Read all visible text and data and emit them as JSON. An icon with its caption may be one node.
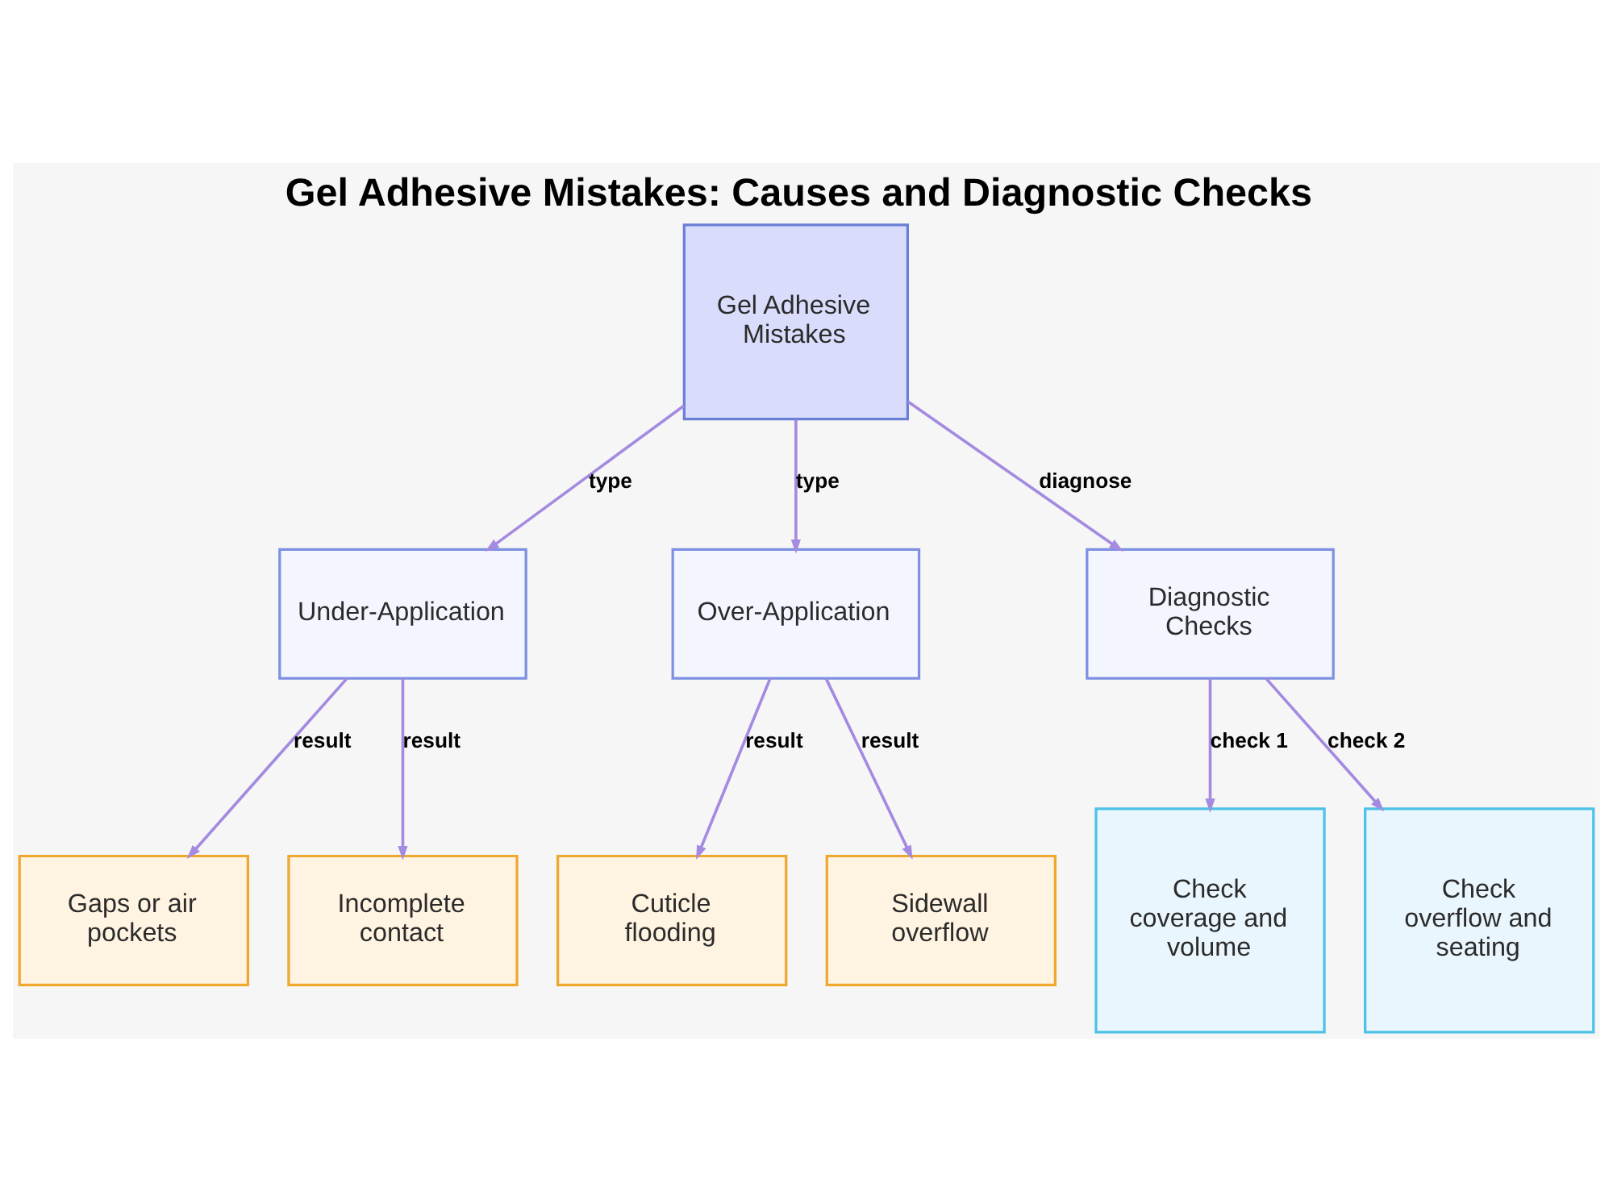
{
  "diagram": {
    "title": "Gel Adhesive Mistakes: Causes and Diagnostic Checks",
    "nodes": [
      {
        "text": [
          "Gel Adhesive Mistakes"
        ]
      },
      {
        "text": [
          "Under-Application"
        ]
      },
      {
        "text": [
          "Over-Application"
        ]
      },
      {
        "text": [
          "Diagnostic Checks"
        ]
      },
      {
        "text": [
          "Gaps or air pockets"
        ]
      },
      {
        "text": [
          "Incomplete contact"
        ]
      },
      {
        "text": [
          "Cuticle flooding"
        ]
      },
      {
        "text": [
          "Sidewall overflow"
        ]
      },
      {
        "text": [
          "Check coverage and volume"
        ]
      },
      {
        "text": [
          "Check overflow and seating"
        ]
      }
    ],
    "edges": [
      {
        "from": 0,
        "to": 1,
        "arrow": "to",
        "label": "type"
      },
      {
        "from": 0,
        "to": 2,
        "arrow": "to",
        "label": "type"
      },
      {
        "from": 0,
        "to": 3,
        "arrow": "to",
        "label": "diagnose"
      },
      {
        "from": 1,
        "to": 4,
        "arrow": "to",
        "label": "result"
      },
      {
        "from": 1,
        "to": 5,
        "arrow": "to",
        "label": "result"
      },
      {
        "from": 2,
        "to": 6,
        "arrow": "to",
        "label": "result"
      },
      {
        "from": 2,
        "to": 7,
        "arrow": "to",
        "label": "result"
      },
      {
        "from": 3,
        "to": 8,
        "arrow": "to",
        "label": "check 1"
      },
      {
        "from": 3,
        "to": 9,
        "arrow": "to",
        "label": "check 2"
      }
    ]
  }
}
